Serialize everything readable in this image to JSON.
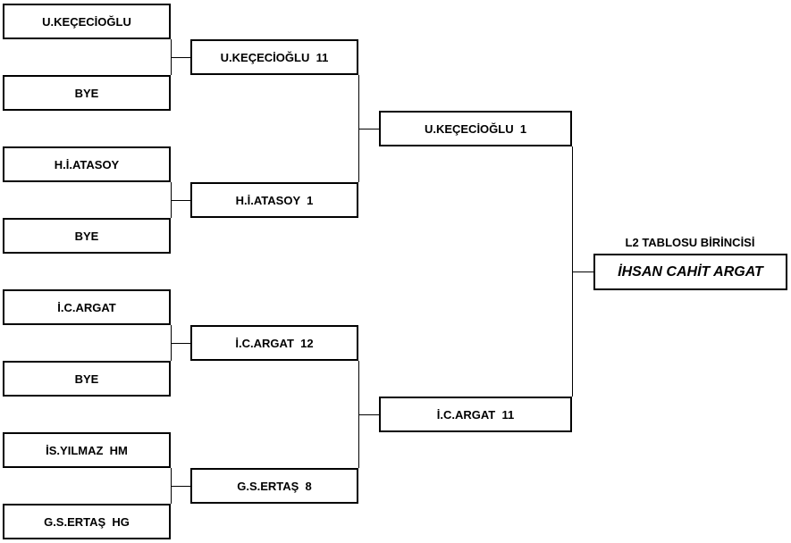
{
  "round1": [
    {
      "label": "U.KEÇECİOĞLU"
    },
    {
      "label": "BYE"
    },
    {
      "label": "H.İ.ATASOY"
    },
    {
      "label": "BYE"
    },
    {
      "label": "İ.C.ARGAT"
    },
    {
      "label": "BYE"
    },
    {
      "label": "İS.YILMAZ  HM"
    },
    {
      "label": "G.S.ERTAŞ  HG"
    }
  ],
  "round2": [
    {
      "label": "U.KEÇECİOĞLU  11"
    },
    {
      "label": "H.İ.ATASOY  1"
    },
    {
      "label": "İ.C.ARGAT  12"
    },
    {
      "label": "G.S.ERTAŞ  8"
    }
  ],
  "round3": [
    {
      "label": "U.KEÇECİOĞLU  1"
    },
    {
      "label": "İ.C.ARGAT  11"
    }
  ],
  "champion": {
    "title": "L2 TABLOSU BİRİNCİSİ",
    "name": "İHSAN CAHİT ARGAT"
  }
}
